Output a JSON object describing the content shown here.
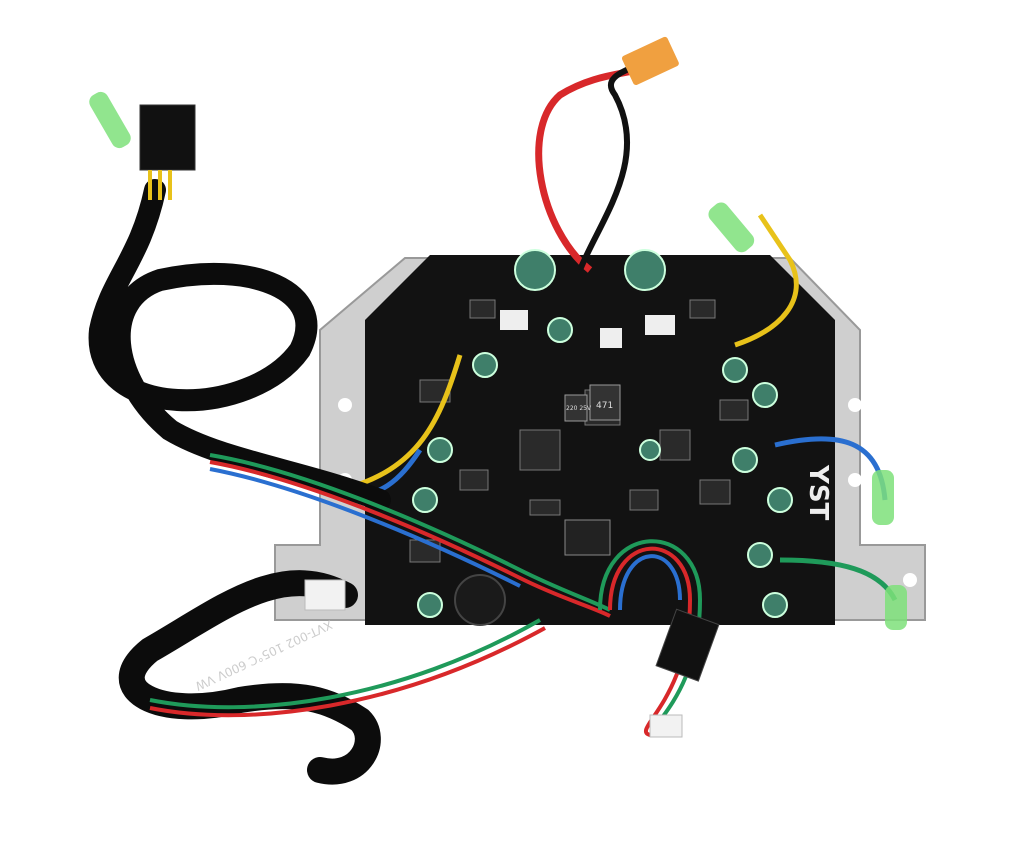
{
  "image": {
    "subject": "hoverboard-control-board",
    "board_marking": "YST",
    "cable_print": "XVT-002 105°C 600V VW",
    "inductor_marking": "471",
    "capacitor_marking": "220 25V",
    "colors": {
      "background": "#ffffff",
      "pcb": "#111111",
      "heatsink": "#c9c9c9",
      "connector_orange": "#f0a040",
      "terminal_green": "#7ee07a",
      "wire_red": "#d8282a",
      "wire_yellow": "#e8c21a",
      "wire_blue": "#2a6fd0",
      "wire_green": "#1f9a5a",
      "capacitor": "#3f7f6a"
    }
  }
}
